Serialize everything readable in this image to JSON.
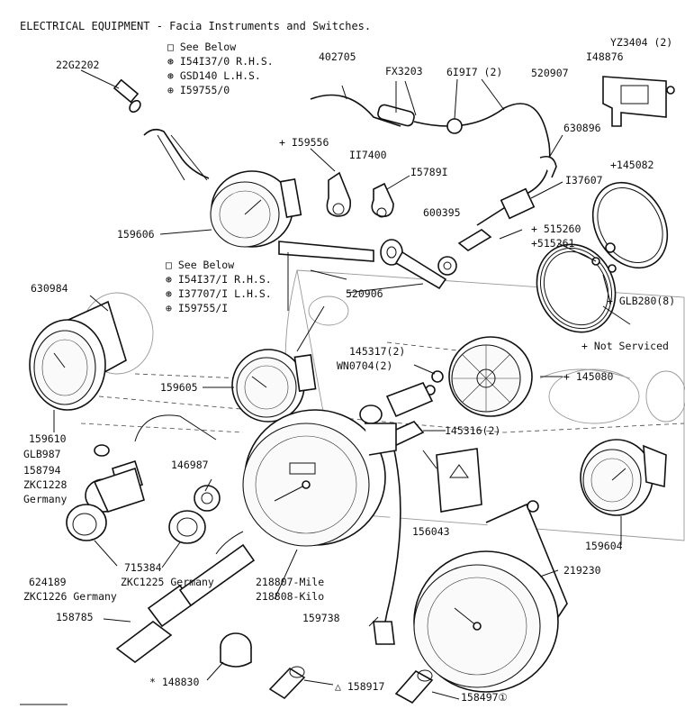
{
  "title": "ELECTRICAL EQUIPMENT - Facia Instruments and Switches.",
  "labels": {
    "p22G2202": "22G2202",
    "seebelow1": "□ See Below",
    "l154137_0": "⊛ I54I37/0 R.H.S.",
    "gsd140": "⊛ GSD140 L.H.S.",
    "l159755_0": "⊕ I59755/0",
    "p402705": "402705",
    "fx3203": "FX3203",
    "p61917": "6I9I7 (2)",
    "p520907": "520907",
    "p148876": "I48876",
    "yz3404": "YZ3404 (2)",
    "p630896": "630896",
    "p159556": "+ I59556",
    "p117400": "II7400",
    "p157891": "I5789I",
    "p137607": "I37607",
    "p145082": "+145082",
    "p159606": "159606",
    "p600395": "600395",
    "p515260": "+ 515260",
    "p515261": "+515261",
    "seebelow2": "□ See Below",
    "l154137_1": "⊛ I54I37/I R.H.S.",
    "l137707_1": "⊛ I37707/I L.H.S.",
    "l159755_1": "⊕ I59755/I",
    "p630984": "630984",
    "p520906": "520906",
    "glb280": "+ GLB280(8)",
    "notserviced": "+ Not Serviced",
    "p145317": "145317(2)",
    "wn0704": "WN0704(2)",
    "p145080": "+ 145080",
    "p159605": "159605",
    "p159610": "159610",
    "glb987": "GLB987",
    "p158794": "158794",
    "zkc1228": "ZKC1228",
    "germany1": "Germany",
    "p146987": "146987",
    "p145316": "145316(2)",
    "p156043": "156043",
    "p159604": "159604",
    "p624189": "624189",
    "zkc1226": "ZKC1226 Germany",
    "p715384": "715384",
    "zkc1225": "ZKC1225 Germany",
    "p218807": "218807-Mile",
    "p218808": "218808-Kilo",
    "p219230": "219230",
    "p158785": "158785",
    "p159738": "159738",
    "p148830": "* 148830",
    "p158917": "△ 158917",
    "p158497": "158497①"
  }
}
